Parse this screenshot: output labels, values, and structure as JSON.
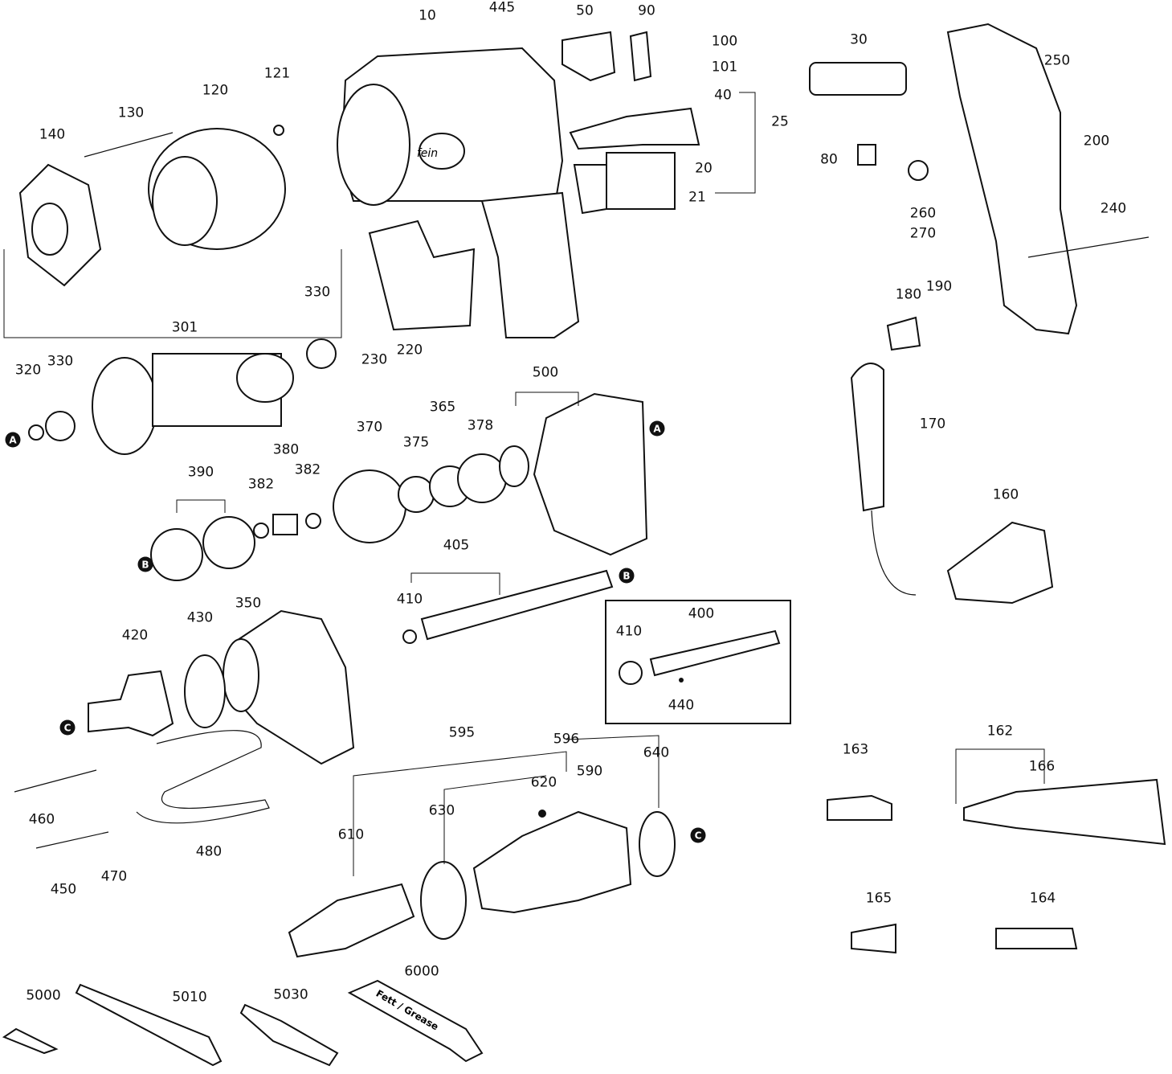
{
  "diagram": {
    "type": "exploded-parts-view",
    "part_labels": [
      "10",
      "445",
      "50",
      "90",
      "100",
      "101",
      "121",
      "120",
      "130",
      "140",
      "30",
      "250",
      "40",
      "25",
      "200",
      "80",
      "20",
      "21",
      "260",
      "270",
      "240",
      "330",
      "301",
      "230",
      "220",
      "180",
      "190",
      "320",
      "330",
      "500",
      "170",
      "365",
      "378",
      "370",
      "375",
      "390",
      "380",
      "382",
      "382",
      "160",
      "405",
      "410",
      "400",
      "410",
      "440",
      "350",
      "430",
      "420",
      "595",
      "596",
      "162",
      "163",
      "166",
      "640",
      "620",
      "590",
      "630",
      "610",
      "460",
      "480",
      "470",
      "450",
      "165",
      "164",
      "5000",
      "5010",
      "5030",
      "6000"
    ],
    "markers": [
      "A",
      "A",
      "B",
      "B",
      "C",
      "C"
    ],
    "logo_text": "fein",
    "grease_text": "Fett / Grease"
  }
}
